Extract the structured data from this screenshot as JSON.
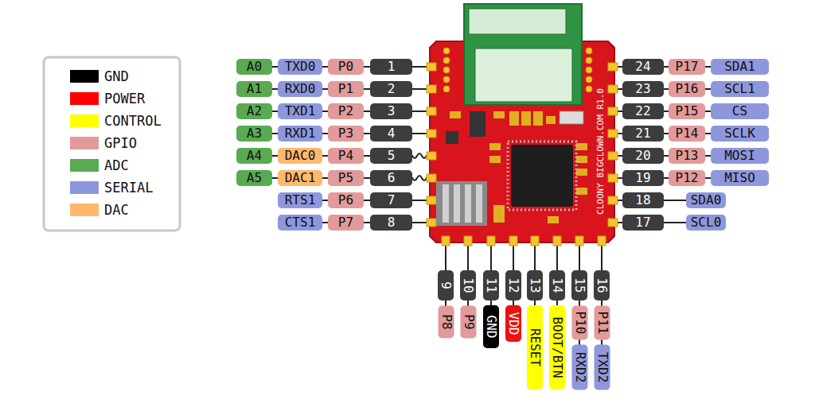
{
  "diagram": {
    "nodes": [
      {
        "text": [
          "A0"
        ]
      },
      {
        "text": [
          "TXD0"
        ]
      },
      {
        "text": [
          "P0"
        ]
      },
      {
        "text": [
          "1"
        ]
      },
      {
        "text": [
          "A1"
        ]
      },
      {
        "text": [
          "RXD0"
        ]
      },
      {
        "text": [
          "P1"
        ]
      },
      {
        "text": [
          "2"
        ]
      },
      {
        "text": [
          "A2"
        ]
      },
      {
        "text": [
          "TXD1"
        ]
      },
      {
        "text": [
          "P2"
        ]
      },
      {
        "text": [
          "3"
        ]
      },
      {
        "text": [
          "A3"
        ]
      },
      {
        "text": [
          "RXD1"
        ]
      },
      {
        "text": [
          "P3"
        ]
      },
      {
        "text": [
          "4"
        ]
      },
      {
        "text": [
          "A4"
        ]
      },
      {
        "text": [
          "DAC0"
        ]
      },
      {
        "text": [
          "P4"
        ]
      },
      {
        "text": [
          "5"
        ]
      },
      {
        "text": [
          "A5"
        ]
      },
      {
        "text": [
          "DAC1"
        ]
      },
      {
        "text": [
          "P5"
        ]
      },
      {
        "text": [
          "6"
        ]
      },
      {
        "text": [
          "RTS1"
        ]
      },
      {
        "text": [
          "P6"
        ]
      },
      {
        "text": [
          "7"
        ]
      },
      {
        "text": [
          "CTS1"
        ]
      },
      {
        "text": [
          "P7"
        ]
      },
      {
        "text": [
          "8"
        ]
      },
      {
        "text": [
          "24"
        ]
      },
      {
        "text": [
          "P17"
        ]
      },
      {
        "text": [
          "SDA1"
        ]
      },
      {
        "text": [
          "23"
        ]
      },
      {
        "text": [
          "P16"
        ]
      },
      {
        "text": [
          "SCL1"
        ]
      },
      {
        "text": [
          "22"
        ]
      },
      {
        "text": [
          "P15"
        ]
      },
      {
        "text": [
          "CS"
        ]
      },
      {
        "text": [
          "21"
        ]
      },
      {
        "text": [
          "P14"
        ]
      },
      {
        "text": [
          "SCLK"
        ]
      },
      {
        "text": [
          "20"
        ]
      },
      {
        "text": [
          "P13"
        ]
      },
      {
        "text": [
          "MOSI"
        ]
      },
      {
        "text": [
          "19"
        ]
      },
      {
        "text": [
          "P12"
        ]
      },
      {
        "text": [
          "MISO"
        ]
      },
      {
        "text": [
          "18"
        ]
      },
      {
        "text": [
          "SDA0"
        ]
      },
      {
        "text": [
          "17"
        ]
      },
      {
        "text": [
          "SCL0"
        ]
      },
      {
        "text": [
          "9"
        ]
      },
      {
        "text": [
          "P8"
        ]
      },
      {
        "text": [
          "10"
        ]
      },
      {
        "text": [
          "P9"
        ]
      },
      {
        "text": [
          "11"
        ]
      },
      {
        "text": [
          "GND"
        ]
      },
      {
        "text": [
          "12"
        ]
      },
      {
        "text": [
          "VDD"
        ]
      },
      {
        "text": [
          "13"
        ]
      },
      {
        "text": [
          "RESET"
        ]
      },
      {
        "text": [
          "14"
        ]
      },
      {
        "text": [
          "BOOT/BTN"
        ]
      },
      {
        "text": [
          "15"
        ]
      },
      {
        "text": [
          "P10"
        ]
      },
      {
        "text": [
          "RXD2"
        ]
      },
      {
        "text": [
          "16"
        ]
      },
      {
        "text": [
          "P11"
        ]
      },
      {
        "text": [
          "TXD2"
        ]
      }
    ],
    "labels": [
      "CLOONY BIGCLOWN.COM R1.0"
    ],
    "legend": [
      {
        "text": "GND",
        "color": "#000000"
      },
      {
        "text": "POWER",
        "color": "#ff0000"
      },
      {
        "text": "CONTROL",
        "color": "#ffff00"
      },
      {
        "text": "GPIO",
        "color": "#e29a9a"
      },
      {
        "text": "ADC",
        "color": "#5aaa52"
      },
      {
        "text": "SERIAL",
        "color": "#8e97dc"
      },
      {
        "text": "DAC",
        "color": "#ffb86c"
      }
    ]
  }
}
